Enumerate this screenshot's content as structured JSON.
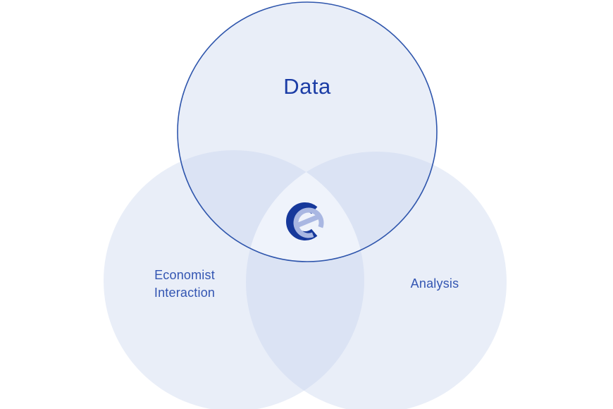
{
  "diagram": {
    "type": "venn-3",
    "background": "#ffffff",
    "circles": [
      {
        "id": "data",
        "label": "Data"
      },
      {
        "id": "economist-interaction",
        "label": "Economist Interaction",
        "lines": [
          "Economist",
          "Interaction"
        ]
      },
      {
        "id": "analysis",
        "label": "Analysis"
      }
    ],
    "center_logo": {
      "monogram": "Ce",
      "description": "dark-blue C with light-blue italic e"
    },
    "colors": {
      "circle_fill": "#e9eef8",
      "overlap_fill": "#dbe3f4",
      "center_fill": "#eff3fb",
      "data_circle_stroke": "#2e55ac",
      "data_label_color": "#1c3da6",
      "side_label_color": "#3355b2",
      "logo_c_color": "#16389b",
      "logo_e_color": "#a9b7e2"
    }
  }
}
